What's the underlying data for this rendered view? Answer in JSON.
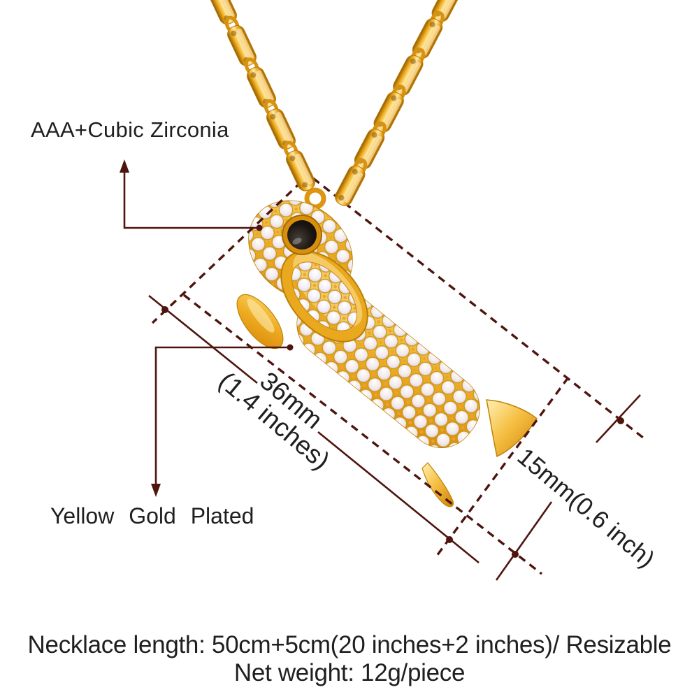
{
  "annotations": {
    "material": "AAA+Cubic Zirconia",
    "plating": "Yellow Gold Plated",
    "length_mm": "36mm",
    "length_inches": "(1.4 inches)",
    "width_label": "15mm(0.6 inch)"
  },
  "specs": {
    "necklace_length": "Necklace length: 50cm+5cm(20 inches+2 inches)/ Resizable",
    "net_weight": "Net weight: 12g/piece"
  },
  "colors": {
    "annotation_line": "#4e150e",
    "text": "#1f1f1f",
    "gold": "#e79e16",
    "stone": "#f0eaf4",
    "eye_black": "#14100c"
  }
}
